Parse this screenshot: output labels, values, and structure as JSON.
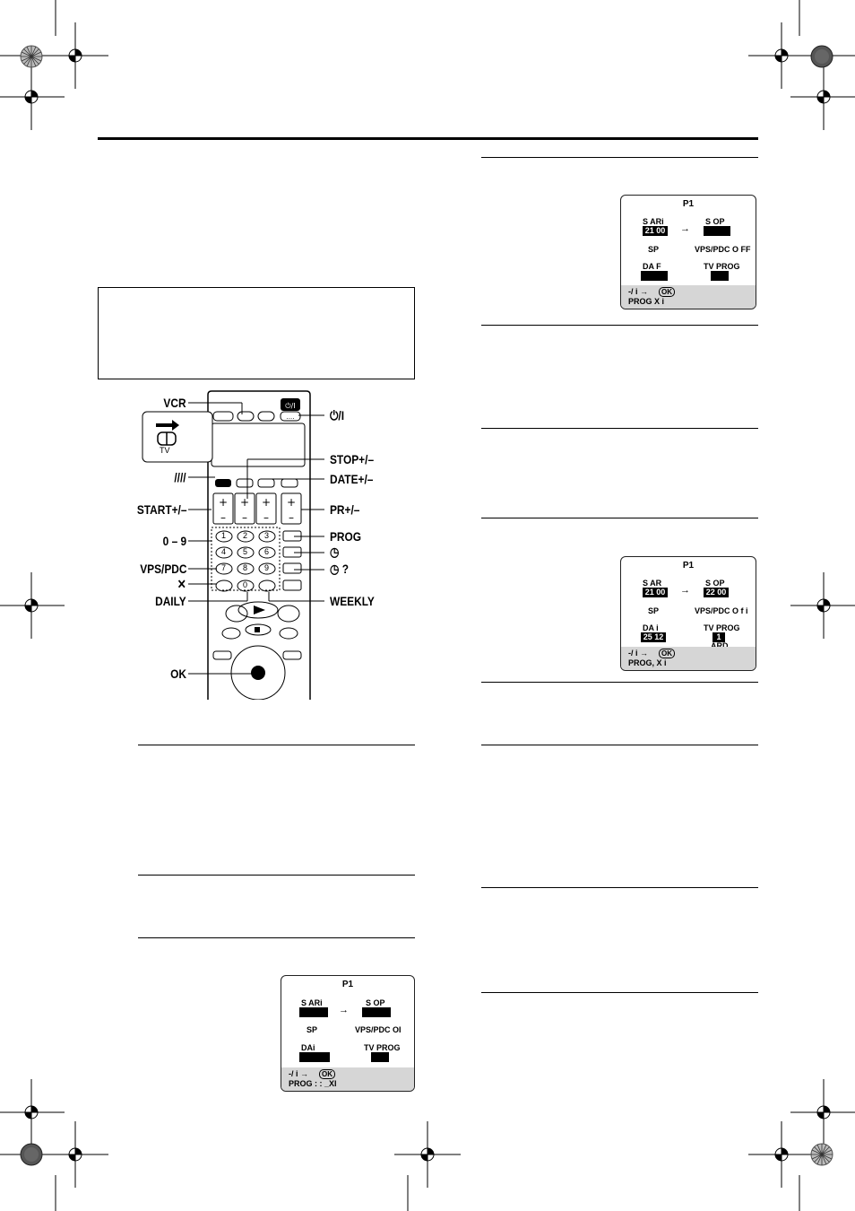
{
  "remote": {
    "labels_left": {
      "vcr": "VCR",
      "tv_slide": "TV",
      "shift": "////",
      "start": "START+/–",
      "digits": "0 – 9",
      "vps_pdc": "VPS/PDC",
      "cancel": "✕",
      "daily": "DAILY",
      "ok": "OK"
    },
    "labels_right": {
      "power": "⏻/I",
      "stop": "STOP+/–",
      "date": "DATE+/–",
      "pr": "PR+/–",
      "prog": "PROG",
      "timer": "◷",
      "timer_q": "◷ ?",
      "weekly": "WEEKLY"
    },
    "keypad": [
      "1",
      "2",
      "3",
      "4",
      "5",
      "6",
      "7",
      "8",
      "9",
      "0"
    ]
  },
  "osd_screens": [
    {
      "title": "P1",
      "start_label": "S ARi",
      "start_value": "21 00",
      "stop_label": "S OP",
      "stop_value": "",
      "speed": "SP",
      "vps": "VPS/PDC O FF",
      "date_label": "DA  F",
      "date_value": "",
      "tvprog_label": "TV PROG",
      "tvprog_value": "",
      "channel": "",
      "foot1": "-/  i →",
      "foot_ok": "OK",
      "foot2": "PROG   X  i"
    },
    {
      "title": "P1",
      "start_label": "S AR",
      "start_value": "21 00",
      "stop_label": "S OP",
      "stop_value": "22 00",
      "speed": "SP",
      "vps": "VPS/PDC O f i",
      "date_label": "DA  i",
      "date_value": "25 12",
      "tvprog_label": "TV PROG",
      "tvprog_value": "1",
      "channel": "ARD",
      "foot1": "-/  i →",
      "foot_ok": "OK",
      "foot2": "PROG,   X  i"
    },
    {
      "title": "P1",
      "start_label": "S ARi",
      "start_value": "",
      "stop_label": "S OP",
      "stop_value": "",
      "speed": "SP",
      "vps": "VPS/PDC OI",
      "date_label": "DAi",
      "date_value": "",
      "tvprog_label": "TV PROG",
      "tvprog_value": "",
      "channel": "",
      "foot1": "-/  i →",
      "foot_ok": "OK",
      "foot2": "PROG  : :  _XI"
    }
  ]
}
